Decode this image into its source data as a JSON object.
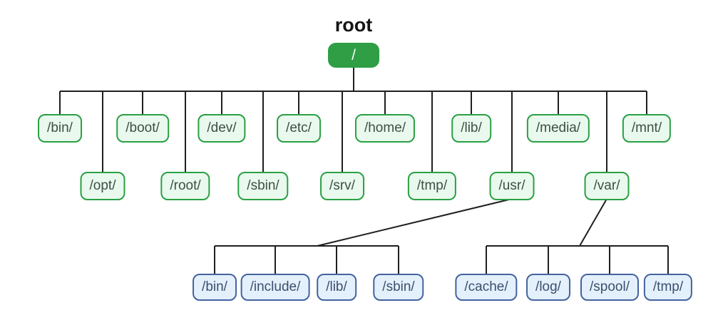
{
  "tree": {
    "root_label": "root",
    "root_node": "/",
    "level1_row1": [
      "/bin/",
      "/boot/",
      "/dev/",
      "/etc/",
      "/home/",
      "/lib/",
      "/media/",
      "/mnt/"
    ],
    "level1_row2": [
      "/opt/",
      "/root/",
      "/sbin/",
      "/srv/",
      "/tmp/",
      "/usr/",
      "/var/"
    ],
    "usr_children": [
      "/bin/",
      "/include/",
      "/lib/",
      "/sbin/"
    ],
    "var_children": [
      "/cache/",
      "/log/",
      "/spool/",
      "/tmp/"
    ]
  },
  "colors": {
    "root_fill": "#2f9e44",
    "root_text": "#ffffff",
    "level1_fill": "#e9f9ee",
    "level1_border": "#2aa044",
    "level1_text": "#3f4f46",
    "level2_fill": "#e4f1fc",
    "level2_border": "#44639f",
    "level2_text": "#3c4f6e",
    "line_color": "#1f1f1f"
  }
}
